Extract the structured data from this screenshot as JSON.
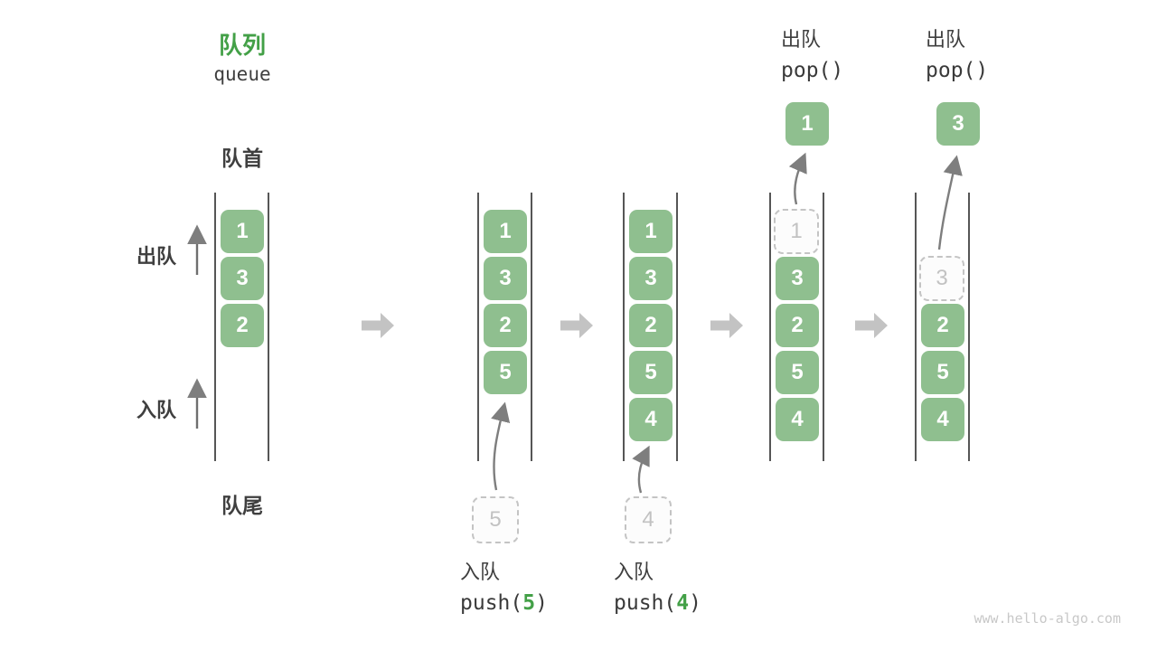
{
  "title": {
    "zh": "队列",
    "en": "queue"
  },
  "labels": {
    "front": "队首",
    "rear": "队尾",
    "dequeue_side": "出队",
    "enqueue_side": "入队"
  },
  "operations": {
    "push5": {
      "name": "入队",
      "code_prefix": "push(",
      "arg": "5",
      "code_suffix": ")"
    },
    "push4": {
      "name": "入队",
      "code_prefix": "push(",
      "arg": "4",
      "code_suffix": ")"
    },
    "pop_first": {
      "name": "出队",
      "code": "pop()"
    },
    "pop_second": {
      "name": "出队",
      "code": "pop()"
    }
  },
  "states": [
    {
      "cells": [
        "1",
        "3",
        "2"
      ]
    },
    {
      "cells": [
        "1",
        "3",
        "2",
        "5"
      ],
      "incoming": "5"
    },
    {
      "cells": [
        "1",
        "3",
        "2",
        "5",
        "4"
      ],
      "incoming": "4"
    },
    {
      "cells": [
        "3",
        "2",
        "5",
        "4"
      ],
      "ghost": "1",
      "popped": "1"
    },
    {
      "cells": [
        "2",
        "5",
        "4"
      ],
      "ghost": "3",
      "popped": "3"
    }
  ],
  "watermark": "www.hello-algo.com",
  "colors": {
    "cell_green": "#8fbf8f",
    "accent_green": "#43a047",
    "text_dark": "#3f3f3f",
    "ghost_gray": "#c4c4c4",
    "block_arrow_gray": "#c3c3c3",
    "thin_arrow_gray": "#7e7e7e",
    "wall_gray": "#565656",
    "watermark_gray": "#c8c8c8"
  }
}
